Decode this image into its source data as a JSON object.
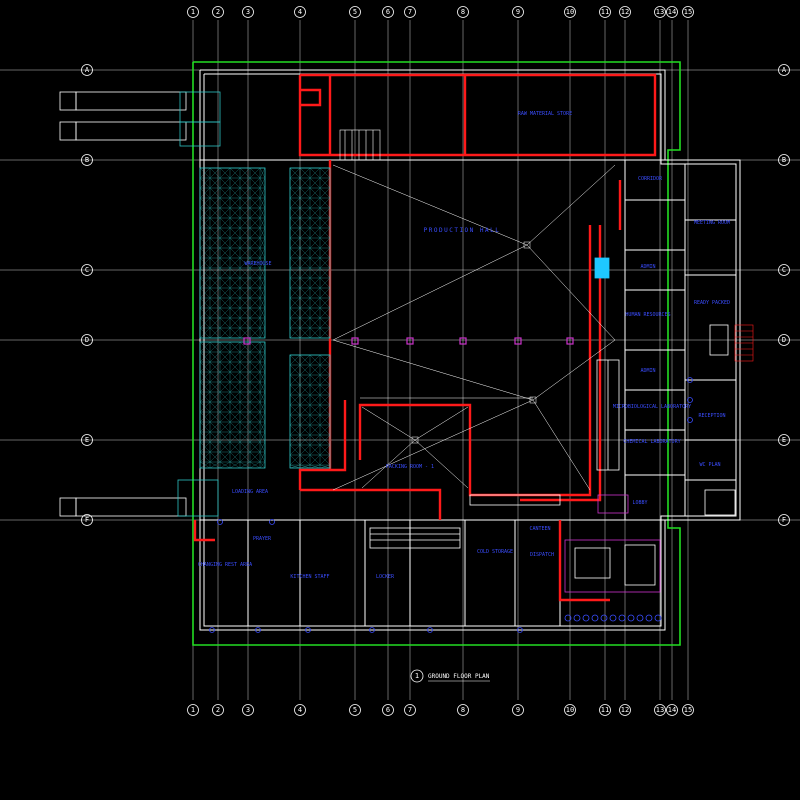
{
  "drawing": {
    "title": "GROUND FLOOR PLAN",
    "title_number": "1",
    "colors": {
      "background": "#000000",
      "grid": "#ffffff",
      "boundary": "#22dd22",
      "wall": "#ff1a1a",
      "outline": "#ffffff",
      "label": "#3a4dff",
      "racking": "#2ec4c4",
      "dim": "#00cc66",
      "accent": "#cc33cc"
    }
  },
  "rooms": [
    {
      "id": "raw-material-store",
      "label": "RAW MATERIAL STORE",
      "size": "small"
    },
    {
      "id": "production-hall",
      "label": "PRODUCTION HALL",
      "size": "big"
    },
    {
      "id": "warehouse",
      "label": "WAREHOUSE",
      "size": "small"
    },
    {
      "id": "packing-room",
      "label": "PACKING ROOM - 1",
      "size": "small"
    },
    {
      "id": "loading-area",
      "label": "LOADING AREA",
      "size": "small"
    },
    {
      "id": "corridor",
      "label": "CORRIDOR",
      "size": "small"
    },
    {
      "id": "meeting-room",
      "label": "MEETING ROOM",
      "size": "small"
    },
    {
      "id": "admin-1",
      "label": "ADMIN",
      "size": "small"
    },
    {
      "id": "human-resources",
      "label": "HUMAN RESOURCES",
      "size": "small"
    },
    {
      "id": "admin-2",
      "label": "ADMIN",
      "size": "small"
    },
    {
      "id": "ready-packed",
      "label": "READY PACKED",
      "size": "small"
    },
    {
      "id": "microbiological-laboratory",
      "label": "MICROBIOLOGICAL LABORATORY",
      "size": "small"
    },
    {
      "id": "chemical-laboratory",
      "label": "CHEMICAL LABORATORY",
      "size": "small"
    },
    {
      "id": "reception",
      "label": "RECEPTION",
      "size": "small"
    },
    {
      "id": "wc-plan",
      "label": "WC PLAN",
      "size": "small"
    },
    {
      "id": "lobby",
      "label": "LOBBY",
      "size": "small"
    },
    {
      "id": "canteen",
      "label": "CANTEEN",
      "size": "small"
    },
    {
      "id": "cold-storage",
      "label": "COLD STORAGE",
      "size": "small"
    },
    {
      "id": "dispatch",
      "label": "DISPATCH",
      "size": "small"
    },
    {
      "id": "locker",
      "label": "LOCKER",
      "size": "small"
    },
    {
      "id": "changing-rest-area",
      "label": "CHANGING REST AREA",
      "size": "small"
    },
    {
      "id": "kitchen-staff",
      "label": "KITCHEN STAFF",
      "size": "small"
    },
    {
      "id": "prayer",
      "label": "PRAYER",
      "size": "small"
    }
  ],
  "grid": {
    "columns": [
      "1",
      "2",
      "3",
      "4",
      "5",
      "6",
      "7",
      "8",
      "9",
      "10",
      "11",
      "12",
      "13",
      "14",
      "15"
    ],
    "rows": [
      "A",
      "B",
      "C",
      "D",
      "E",
      "F"
    ]
  }
}
